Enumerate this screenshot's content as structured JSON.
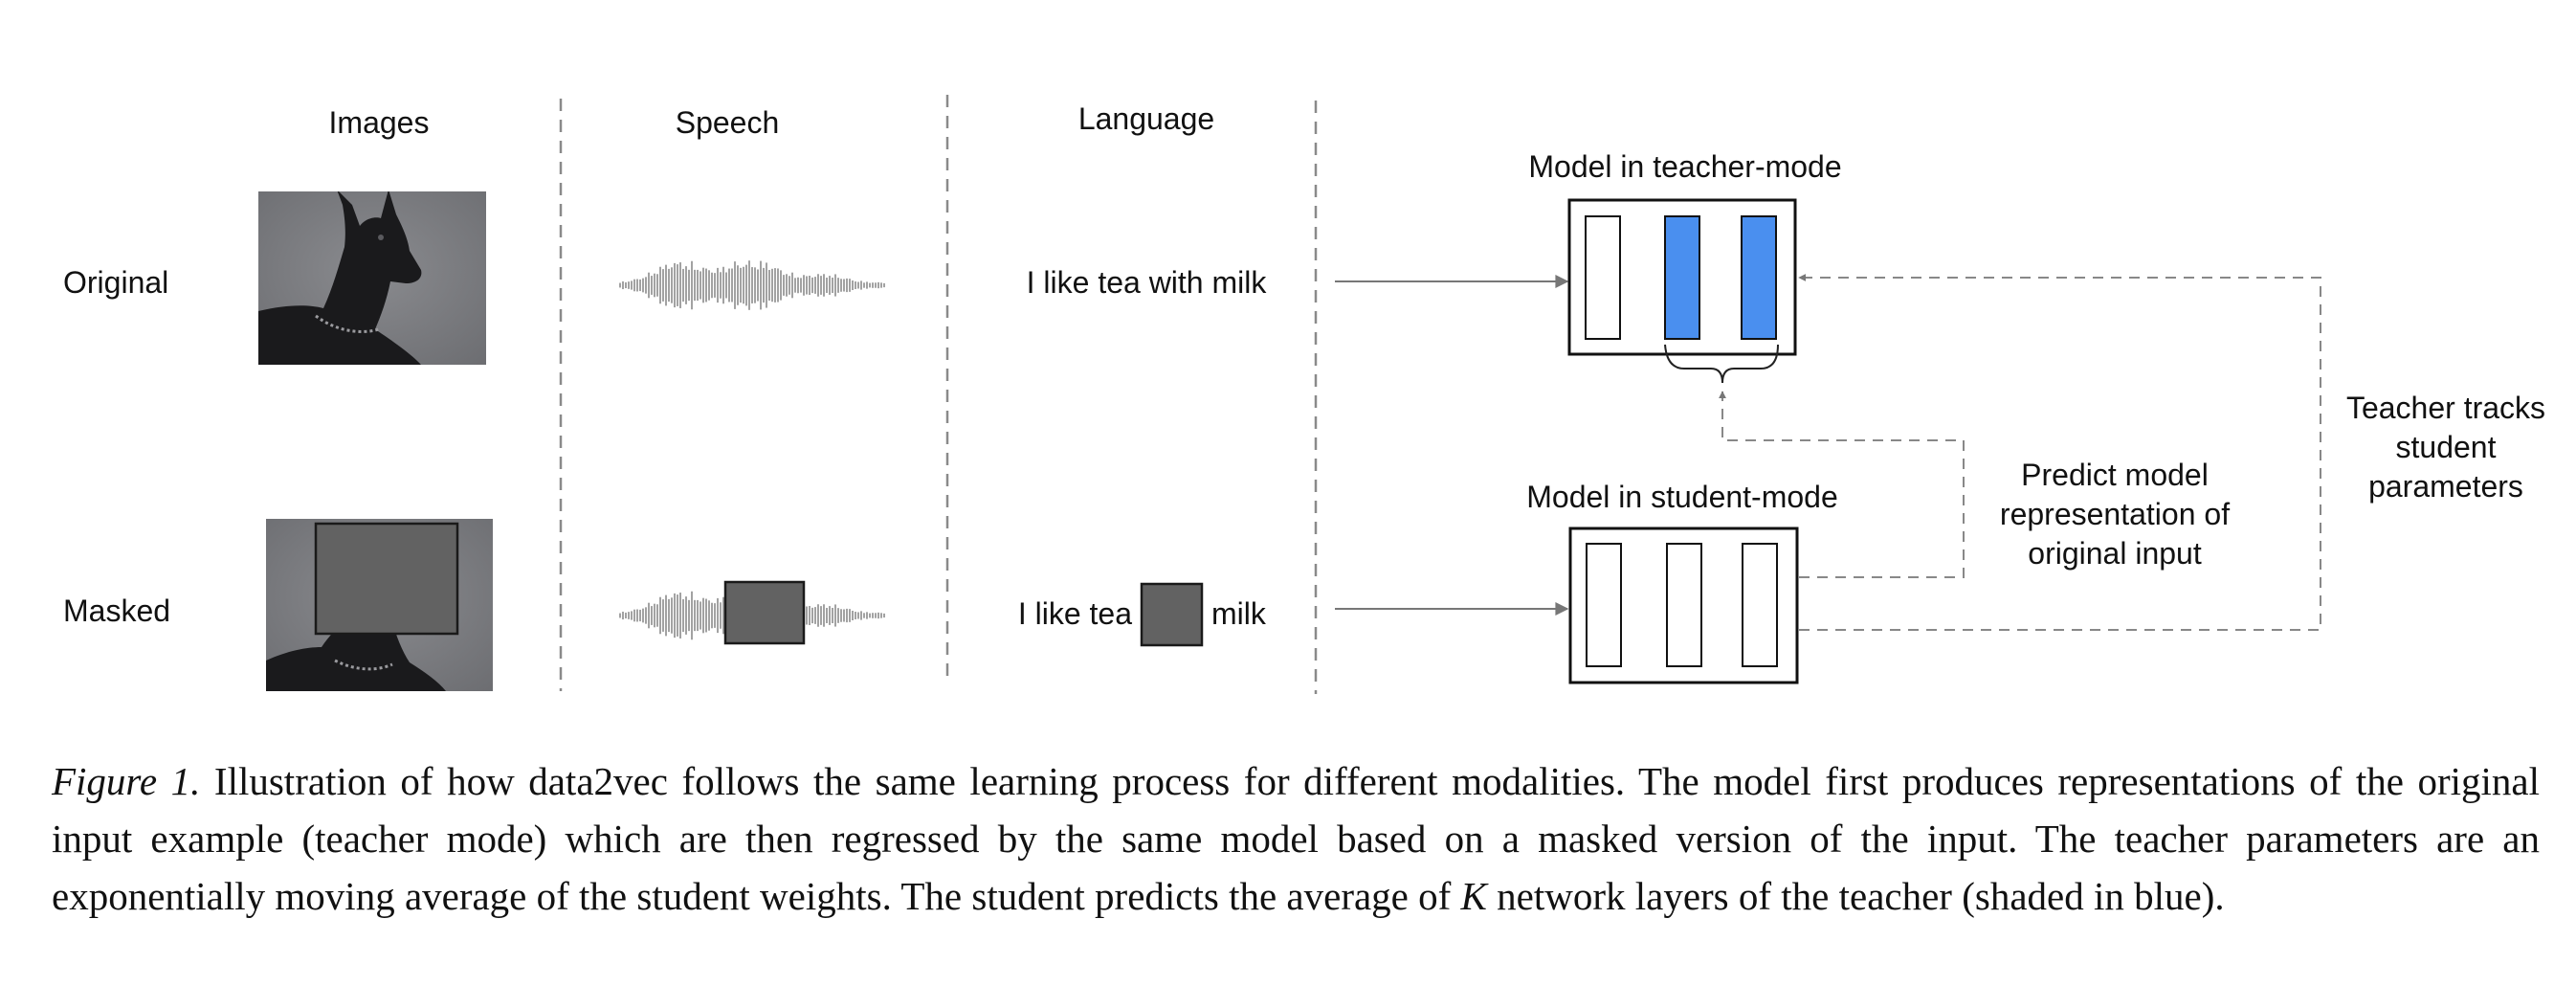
{
  "columns": {
    "images": "Images",
    "speech": "Speech",
    "language": "Language"
  },
  "rows": {
    "original": "Original",
    "masked": "Masked"
  },
  "language_examples": {
    "original": "I like tea with milk",
    "masked_left": "I like tea",
    "masked_right": "milk"
  },
  "model": {
    "teacher_title": "Model in teacher-mode",
    "student_title": "Model in student-mode"
  },
  "annotations": {
    "predict": [
      "Predict model",
      "representation of",
      "original input"
    ],
    "tracks": [
      "Teacher tracks",
      "student",
      "parameters"
    ]
  },
  "caption": {
    "label": "Figure 1.",
    "text_before_k": " Illustration of how data2vec follows the same learning process for different modalities. The model first produces representations of the original input example (teacher mode) which are then regressed by the same model based on a masked version of the input. The teacher parameters are an exponentially moving average of the student weights. The student predicts the average of ",
    "k_symbol": "K",
    "text_after_k": " network layers of the teacher (shaded in blue)."
  },
  "colors": {
    "highlight_layer": "#4A8FEF",
    "mask_fill": "#626262",
    "image_background": "#76777b",
    "line_gray": "#777777"
  },
  "icons": {
    "original_image": "dog-photo-icon",
    "masked_image": "masked-dog-photo-icon",
    "original_speech": "waveform-icon",
    "masked_speech": "masked-waveform-icon"
  }
}
